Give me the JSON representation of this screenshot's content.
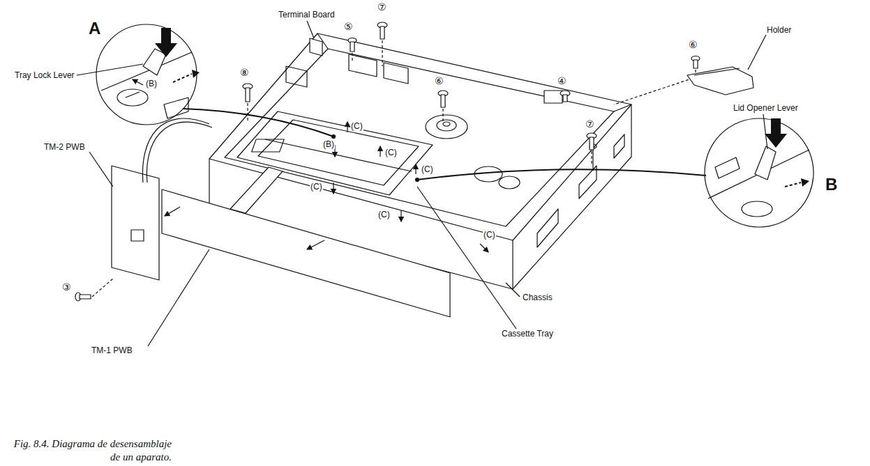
{
  "diagram": {
    "caption": "Fig. 8.4. Diagrama de desensamblaje de un aparato.",
    "labels": [
      "A",
      "Tray Lock Lever",
      "Terminal Board",
      "⑦",
      "⑤",
      "⑧",
      "⑥",
      "④",
      "⑦",
      "⑥",
      "Holder",
      "Lid Opener Lever",
      "B",
      "TM-2 PWB",
      "(B)",
      "(B)",
      "(C)",
      "(C)",
      "(C)",
      "(C)",
      "(C)",
      "(C)",
      "③",
      "TM-1 PWB",
      "Chassis",
      "Cassette Tray"
    ]
  }
}
